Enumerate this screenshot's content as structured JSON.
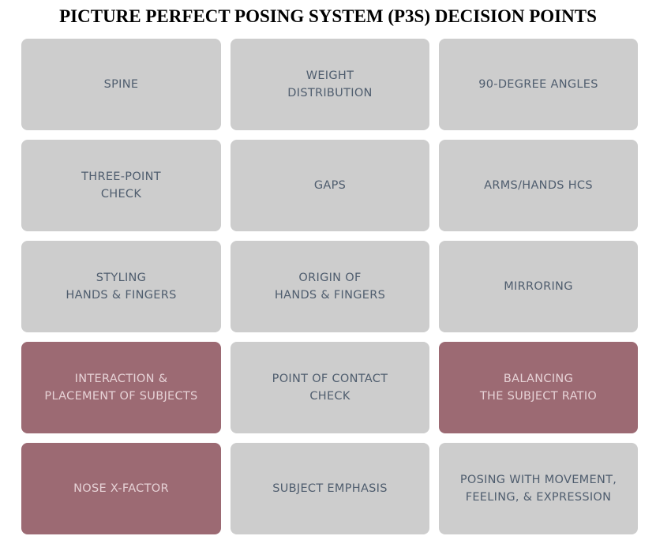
{
  "title": "PICTURE PERFECT POSING SYSTEM (P3S) DECISION POINTS",
  "colors": {
    "gray_tile": "#cdcdcd",
    "gray_text": "#4f5d6e",
    "rose_tile": "#9c6a73",
    "rose_text": "#e6d2d6"
  },
  "tiles": [
    {
      "label": "SPINE",
      "variant": "gray"
    },
    {
      "label": "WEIGHT\nDISTRIBUTION",
      "variant": "gray"
    },
    {
      "label": "90-DEGREE ANGLES",
      "variant": "gray"
    },
    {
      "label": "THREE-POINT\nCHECK",
      "variant": "gray"
    },
    {
      "label": "GAPS",
      "variant": "gray"
    },
    {
      "label": "ARMS/HANDS HCS",
      "variant": "gray"
    },
    {
      "label": "STYLING\nHANDS & FINGERS",
      "variant": "gray"
    },
    {
      "label": "ORIGIN OF\nHANDS & FINGERS",
      "variant": "gray"
    },
    {
      "label": "MIRRORING",
      "variant": "gray"
    },
    {
      "label": "INTERACTION &\nPLACEMENT OF SUBJECTS",
      "variant": "rose"
    },
    {
      "label": "POINT OF CONTACT\nCHECK",
      "variant": "gray"
    },
    {
      "label": "BALANCING\nTHE SUBJECT RATIO",
      "variant": "rose"
    },
    {
      "label": "NOSE X-FACTOR",
      "variant": "rose"
    },
    {
      "label": "SUBJECT EMPHASIS",
      "variant": "gray"
    },
    {
      "label": "POSING WITH MOVEMENT,\nFEELING, & EXPRESSION",
      "variant": "gray"
    }
  ]
}
